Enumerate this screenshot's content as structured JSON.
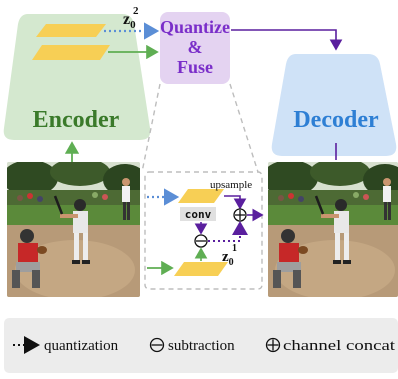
{
  "encoder": {
    "label": "Encoder",
    "color": "#3a7a2a",
    "fill": "#d4e8cf"
  },
  "decoder": {
    "label": "Decoder",
    "color": "#2e7fd4",
    "fill": "#cfe2f7"
  },
  "quantize_fuse": {
    "label_line1": "Quantize",
    "label_line2": "&",
    "label_line3": "Fuse",
    "color": "#7a2ec9",
    "fill": "#e4d3f1"
  },
  "latent_top": {
    "label": "z",
    "sub": "0",
    "sup": "2"
  },
  "latent_bottom": {
    "label": "z",
    "sub": "0",
    "sup": "1"
  },
  "inset": {
    "conv_label": "conv",
    "upsample_label": "upsample"
  },
  "legend": {
    "quantization": "quantization",
    "subtraction": "subtraction",
    "channel_concat": "channel concat"
  },
  "colors": {
    "arrow_green": "#5fae53",
    "arrow_blue": "#5b8ed6",
    "arrow_purple": "#5a1f9e",
    "feature_yellow": "#f7cf55",
    "dash_gray": "#bdbdbd"
  },
  "icons": [
    "baseball-photo-input",
    "baseball-photo-output",
    "minus-circle-icon",
    "plus-circle-icon"
  ]
}
